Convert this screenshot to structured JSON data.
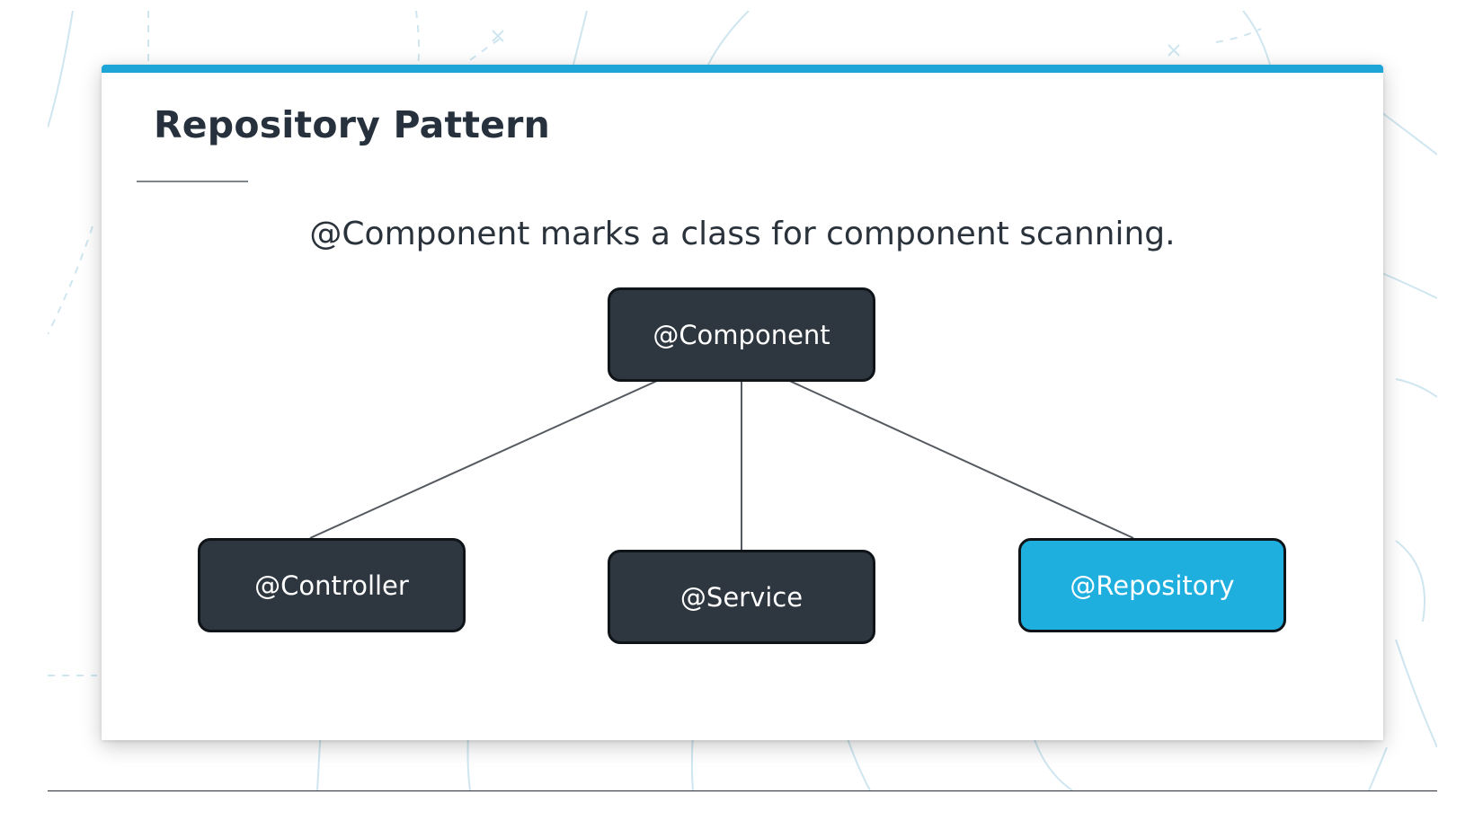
{
  "slide": {
    "title": "Repository Pattern",
    "subtitle": "@Component marks a class for component scanning."
  },
  "diagram": {
    "nodes": {
      "component": "@Component",
      "controller": "@Controller",
      "service": "@Service",
      "repository": "@Repository"
    },
    "edges": [
      {
        "from": "controller",
        "to": "component"
      },
      {
        "from": "service",
        "to": "component"
      },
      {
        "from": "repository",
        "to": "component"
      }
    ]
  },
  "colors": {
    "accent": "#1ea5d8",
    "node_dark": "#2e3640",
    "node_highlight": "#1fafdf",
    "text_dark": "#26313d"
  }
}
